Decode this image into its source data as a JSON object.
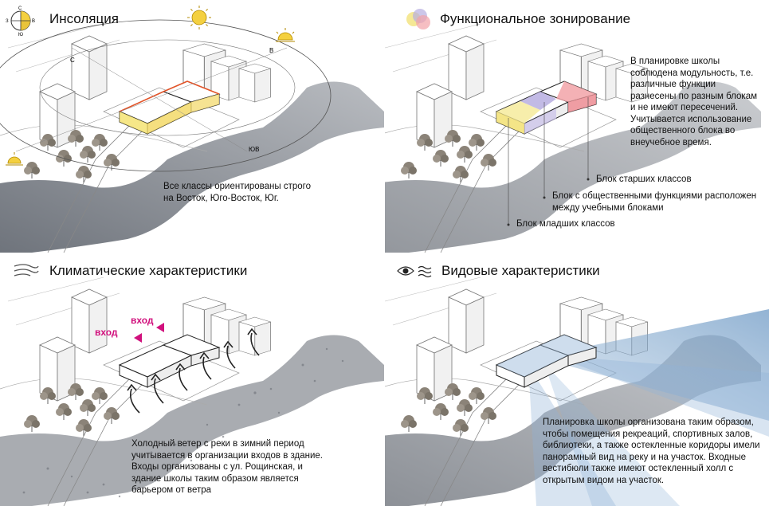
{
  "panels": {
    "insolation": {
      "title": "Инсоляция",
      "text": "Все классы ориентированы строго на Восток, Юго-Восток, Юг."
    },
    "zoning": {
      "title": "Функциональное зонирование",
      "text": "В планировке школы соблюдена модульность, т.е. различные функции разнесены по разным блокам и не имеют пересечений. Учитывается использование общественного блока во внеучебное время.",
      "labels": {
        "senior": "Блок старших классов",
        "public": "Блок с общественными функциями расположен между учебными блоками",
        "junior": "Блок младших классов"
      }
    },
    "climate": {
      "title": "Климатические характеристики",
      "text": "Холодный ветер с реки в зимний период учитывается в организации входов в здание. Входы организованы с ул. Рощинская, и здание школы таким образом является барьером от ветра",
      "entry1": "вход",
      "entry2": "вход"
    },
    "views": {
      "title": "Видовые характеристики",
      "text": "Планировка школы организована таким образом, чтобы помещения рекреаций, спортивных залов, библиотеки, а также остекленные коридоры имели панорамный вид на реку и на участок. Входные вестибюли также имеют остекленный холл с открытым видом на участок."
    }
  },
  "compass": {
    "w": "З",
    "e": "В",
    "n": "С",
    "s": "Ю"
  },
  "sun_path_labels": {
    "nw": "С",
    "ne": "В",
    "se": "ЮВ"
  },
  "colors": {
    "river": "#8d929a",
    "junior_block": "#f3e27a",
    "public_block": "#b7aee0",
    "senior_block": "#f2a3a8",
    "sun": "#f4d03f",
    "entry": "#d1117d",
    "view_cone": "#8fb3d6"
  }
}
